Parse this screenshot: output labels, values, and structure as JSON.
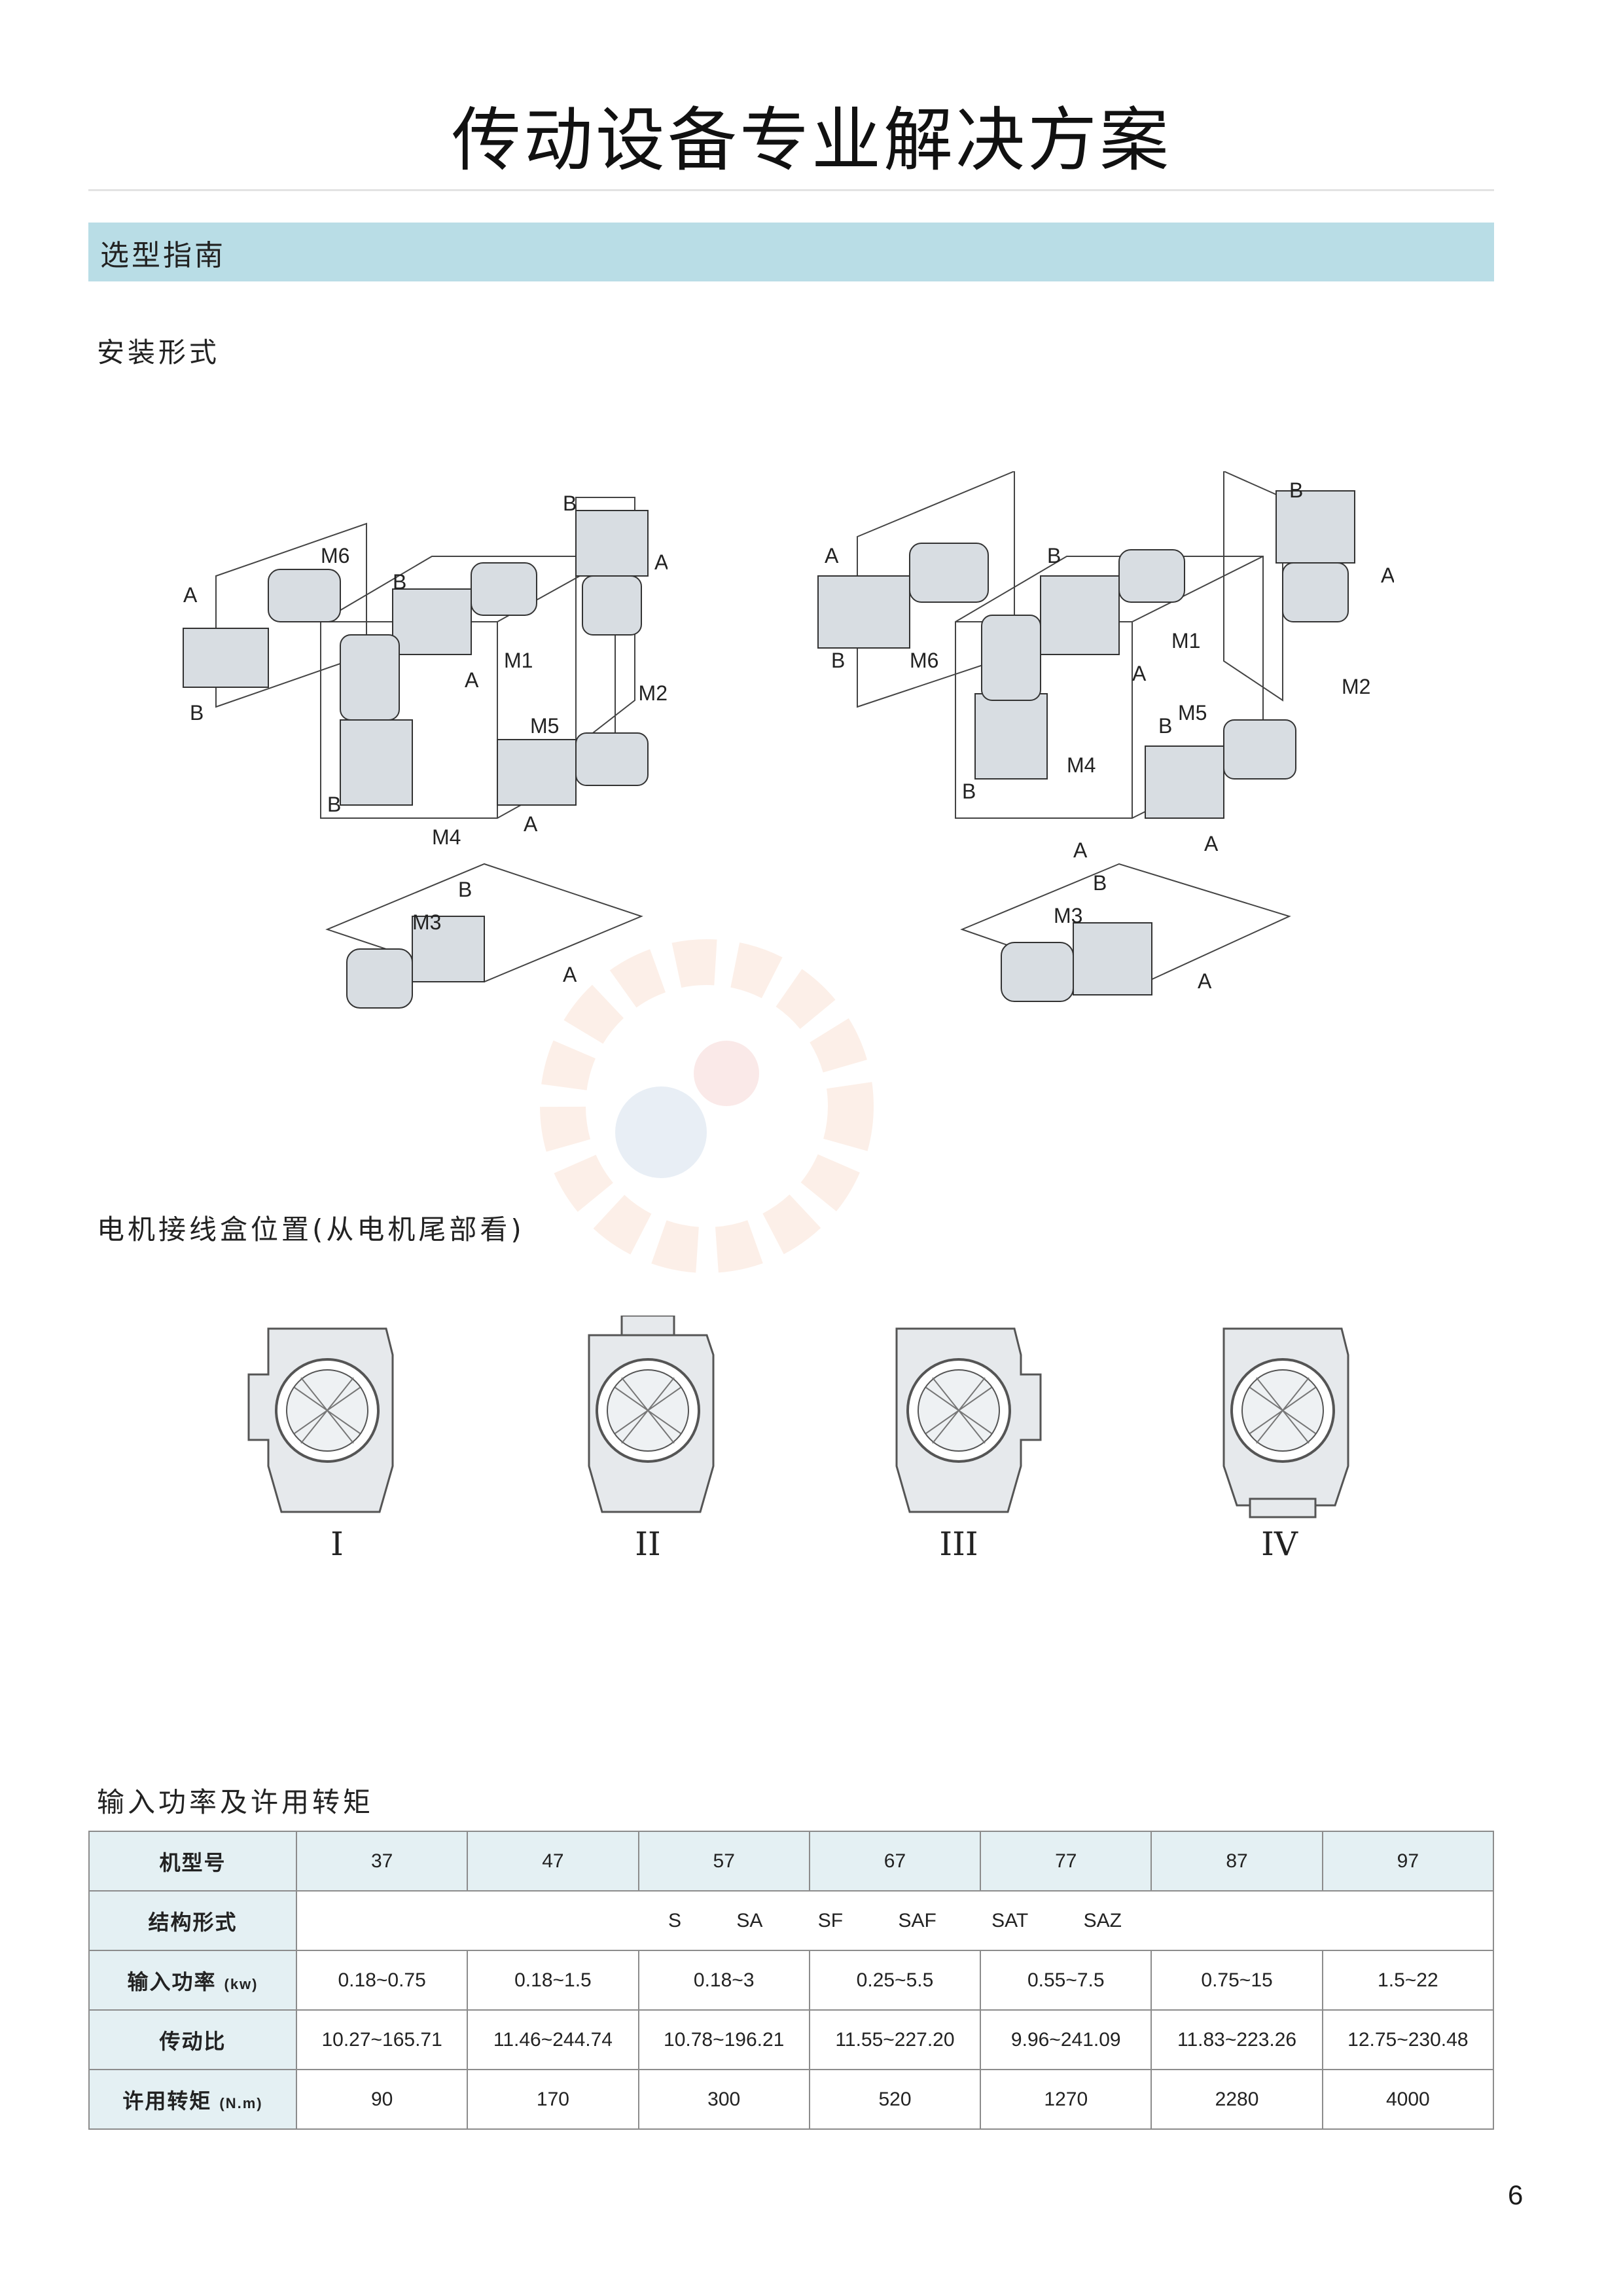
{
  "header": {
    "title": "传动设备专业解决方案"
  },
  "section": {
    "title": "选型指南"
  },
  "mounting": {
    "heading": "安装形式",
    "labels": {
      "m1": "M1",
      "m2": "M2",
      "m3": "M3",
      "m4": "M4",
      "m5": "M5",
      "m6": "M6",
      "a": "A",
      "b": "B"
    }
  },
  "terminal_box": {
    "heading": "电机接线盒位置(从电机尾部看)",
    "positions": [
      "I",
      "II",
      "III",
      "IV"
    ]
  },
  "power_torque": {
    "heading": "输入功率及许用转矩",
    "table": {
      "model_label": "机型号",
      "models": [
        "37",
        "47",
        "57",
        "67",
        "77",
        "87",
        "97"
      ],
      "structure_label": "结构形式",
      "structures": [
        "S",
        "SA",
        "SF",
        "SAF",
        "SAT",
        "SAZ"
      ],
      "power_label": "输入功率",
      "power_unit": "(kw)",
      "power": [
        "0.18~0.75",
        "0.18~1.5",
        "0.18~3",
        "0.25~5.5",
        "0.55~7.5",
        "0.75~15",
        "1.5~22"
      ],
      "ratio_label": "传动比",
      "ratio": [
        "10.27~165.71",
        "11.46~244.74",
        "10.78~196.21",
        "11.55~227.20",
        "9.96~241.09",
        "11.83~223.26",
        "12.75~230.48"
      ],
      "torque_label": "许用转矩",
      "torque_unit": "(N.m)",
      "torque": [
        "90",
        "170",
        "300",
        "520",
        "1270",
        "2280",
        "4000"
      ]
    }
  },
  "footer": {
    "page_number": "6"
  }
}
